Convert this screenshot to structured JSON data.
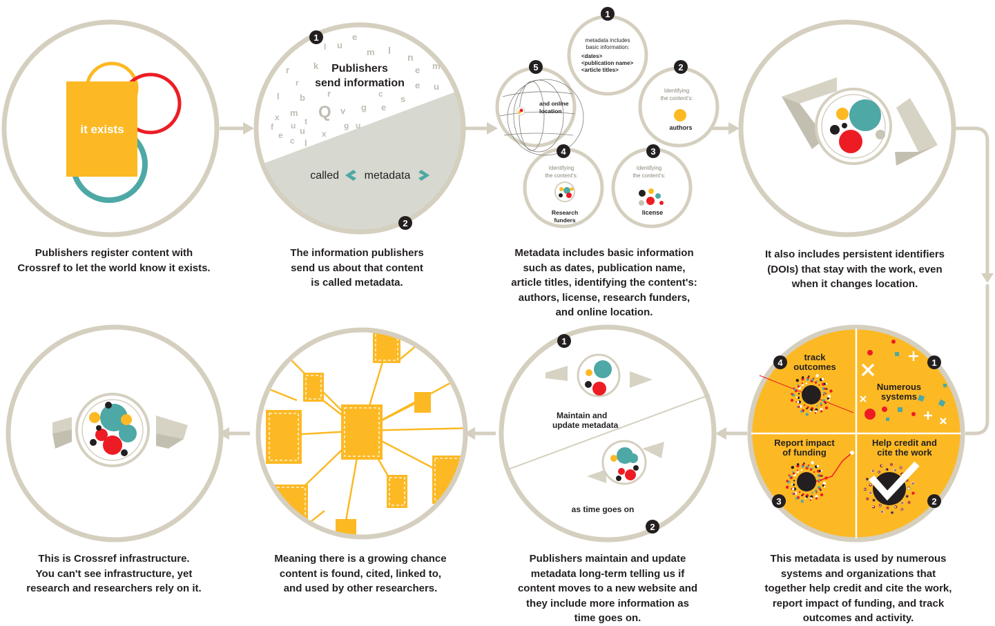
{
  "colors": {
    "frame": "#d5cfbf",
    "yellow": "#fcb924",
    "teal": "#4ea8a5",
    "red": "#ed1c24",
    "dark": "#231f20",
    "grey_fill": "#d7d8cf"
  },
  "step1": {
    "doc_label": "it exists",
    "caption": [
      "Publishers register content with",
      "Crossref to let the world know it exists."
    ]
  },
  "step2": {
    "badge1": "1",
    "badge2": "2",
    "title": [
      "Publishers",
      "send information"
    ],
    "called": "called",
    "metadata": "metadata",
    "scatter_letters": [
      "e",
      "u",
      "l",
      "m",
      "l",
      "n",
      "m",
      "e",
      "r",
      "k",
      "r",
      "e",
      "u",
      "c",
      "l",
      "b",
      "g",
      "s",
      "r",
      "u",
      "e",
      "x",
      "m",
      "Q",
      "v",
      "g",
      "e",
      "u",
      "x",
      "c",
      "l",
      "f",
      "t",
      "u"
    ],
    "caption": [
      "The information publishers",
      "send us about that content",
      "is called metadata."
    ]
  },
  "step3": {
    "b1": "1",
    "b2": "2",
    "b3": "3",
    "b4": "4",
    "b5": "5",
    "basic": [
      "metadata includes",
      "basic information:"
    ],
    "basic_items": [
      "<dates>",
      "<publication name>",
      "<article titles>"
    ],
    "identifying": [
      "Identifying",
      "the content's:"
    ],
    "authors": "authors",
    "license": "license",
    "funders": [
      "Research",
      "funders"
    ],
    "online": [
      "and online",
      "location"
    ],
    "caption": [
      "Metadata includes basic information",
      "such as dates, publication name,",
      "article titles, identifying the content's:",
      "authors, license, research funders,",
      "and online location."
    ]
  },
  "step4": {
    "caption": [
      "It also includes persistent identifiers",
      "(DOIs) that stay with the work, even",
      "when it changes location."
    ]
  },
  "step5": {
    "b1": "1",
    "b2": "2",
    "b3": "3",
    "b4": "4",
    "q_track": [
      "track",
      "outcomes"
    ],
    "q_systems": [
      "Numerous",
      "systems"
    ],
    "q_funding": [
      "Report impact",
      "of funding"
    ],
    "q_credit": [
      "Help credit and",
      "cite the work"
    ],
    "caption": [
      "This metadata is used by numerous",
      "systems and organizations that",
      "together help credit and cite the work,",
      "report impact of funding, and track",
      "outcomes and activity."
    ]
  },
  "step6": {
    "b1": "1",
    "b2": "2",
    "maintain": [
      "Maintain and",
      "update metadata"
    ],
    "time": "as time goes on",
    "caption": [
      "Publishers maintain and update",
      "metadata long-term telling us if",
      "content moves to a new website and",
      "they include more information as",
      "time goes on."
    ]
  },
  "step7": {
    "caption": [
      "Meaning there is a growing chance",
      "content is found, cited, linked to,",
      "and used by other researchers."
    ]
  },
  "step8": {
    "caption": [
      "This is Crossref infrastructure.",
      "You can't see infrastructure, yet",
      "research and researchers rely on it."
    ]
  }
}
